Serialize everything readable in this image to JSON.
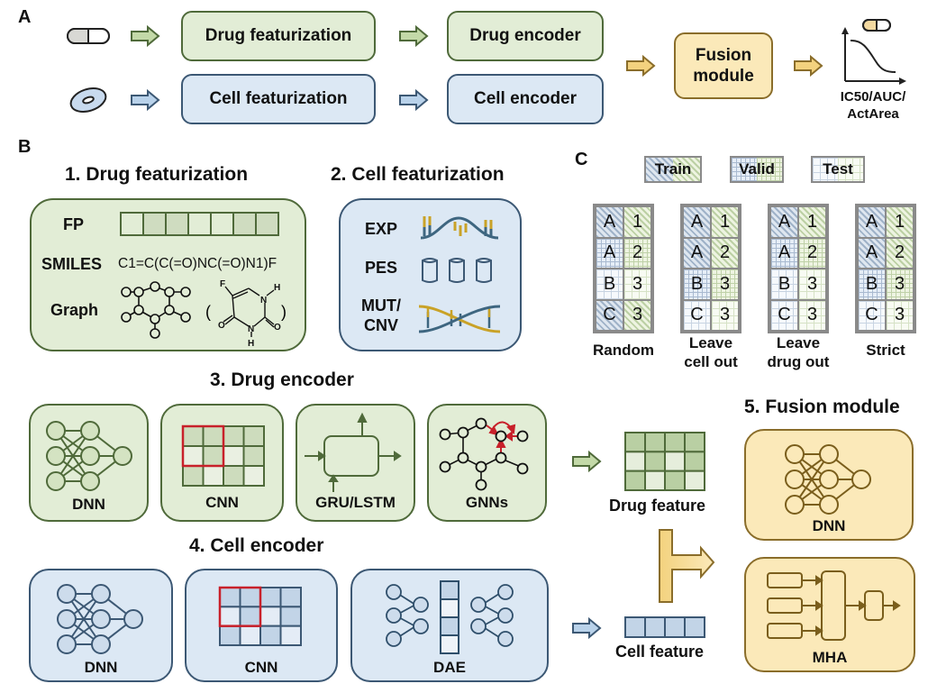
{
  "panelA": {
    "letter": "A",
    "drug_featurization": "Drug featurization",
    "drug_encoder": "Drug encoder",
    "cell_featurization": "Cell featurization",
    "cell_encoder": "Cell encoder",
    "fusion_line1": "Fusion",
    "fusion_line2": "module",
    "output_line1": "IC50/AUC/",
    "output_line2": "ActArea"
  },
  "panelB": {
    "letter": "B",
    "drug_feat": {
      "title": "1. Drug featurization",
      "fp_label": "FP",
      "smiles_label": "SMILES",
      "smiles_value": "C1=C(C(=O)NC(=O)N1)F",
      "graph_label": "Graph",
      "atoms": {
        "F": "F",
        "N": "N",
        "H": "H",
        "O": "O"
      }
    },
    "cell_feat": {
      "title": "2. Cell featurization",
      "rows": [
        "EXP",
        "PES",
        "MUT/",
        "CNV"
      ]
    },
    "drug_encoder": {
      "title": "3. Drug encoder",
      "models": [
        "DNN",
        "CNN",
        "GRU/LSTM",
        "GNNs"
      ]
    },
    "cell_encoder": {
      "title": "4. Cell encoder",
      "models": [
        "DNN",
        "CNN",
        "DAE"
      ]
    },
    "fusion": {
      "title": "5. Fusion module",
      "drug_feature": "Drug feature",
      "cell_feature": "Cell feature",
      "models": [
        "DNN",
        "MHA"
      ]
    }
  },
  "panelC": {
    "letter": "C",
    "legend": [
      "Train",
      "Valid",
      "Test"
    ],
    "splits": [
      {
        "name_line1": "Random",
        "name_line2": "",
        "rows": [
          [
            "A",
            "1",
            "train"
          ],
          [
            "A",
            "2",
            "valid"
          ],
          [
            "B",
            "3",
            "test"
          ],
          [
            "C",
            "3",
            "train"
          ]
        ]
      },
      {
        "name_line1": "Leave",
        "name_line2": "cell out",
        "rows": [
          [
            "A",
            "1",
            "train"
          ],
          [
            "A",
            "2",
            "train"
          ],
          [
            "B",
            "3",
            "valid"
          ],
          [
            "C",
            "3",
            "test"
          ]
        ]
      },
      {
        "name_line1": "Leave",
        "name_line2": "drug out",
        "rows": [
          [
            "A",
            "1",
            "train"
          ],
          [
            "A",
            "2",
            "valid"
          ],
          [
            "B",
            "3",
            "test"
          ],
          [
            "C",
            "3",
            "test"
          ]
        ]
      },
      {
        "name_line1": "Strict",
        "name_line2": "",
        "rows": [
          [
            "A",
            "1",
            "train"
          ],
          [
            "A",
            "2",
            "train"
          ],
          [
            "B",
            "3",
            "valid"
          ],
          [
            "C",
            "3",
            "test"
          ]
        ]
      }
    ]
  },
  "colors": {
    "drug_fill": "#e2edd6",
    "drug_stroke": "#4f6a3a",
    "cell_fill": "#dce8f4",
    "cell_stroke": "#3c5874",
    "fusion_fill": "#fbe9b9",
    "fusion_stroke": "#8a6d2a",
    "highlight_red": "#c8202a",
    "dna_gold": "#c9a227"
  }
}
